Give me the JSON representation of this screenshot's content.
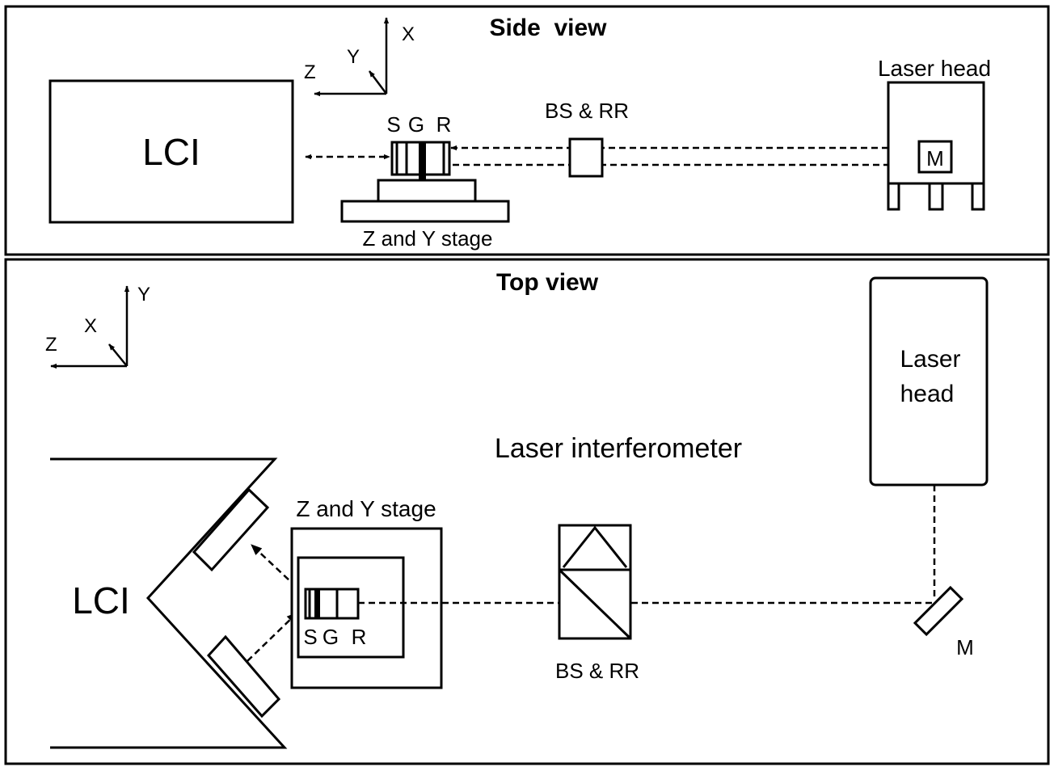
{
  "side_view": {
    "title": "Side  view",
    "axes": {
      "x": "X",
      "y": "Y",
      "z": "Z"
    },
    "lci_label": "LCI",
    "sgr_labels": {
      "s": "S",
      "g": "G",
      "r": "R"
    },
    "bs_rr_label": "BS & RR",
    "laser_head_label": "Laser head",
    "mirror_label": "M",
    "stage_label": "Z and Y stage"
  },
  "top_view": {
    "title": "Top view",
    "axes": {
      "x": "X",
      "y": "Y",
      "z": "Z"
    },
    "center_label": "Laser interferometer",
    "laser_head_line1": "Laser",
    "laser_head_line2": "head",
    "lci_label": "LCI",
    "stage_label": "Z and Y stage",
    "sgr_labels": {
      "s": "S",
      "g": "G",
      "r": "R"
    },
    "bs_rr_label": "BS & RR",
    "mirror_label": "M"
  }
}
